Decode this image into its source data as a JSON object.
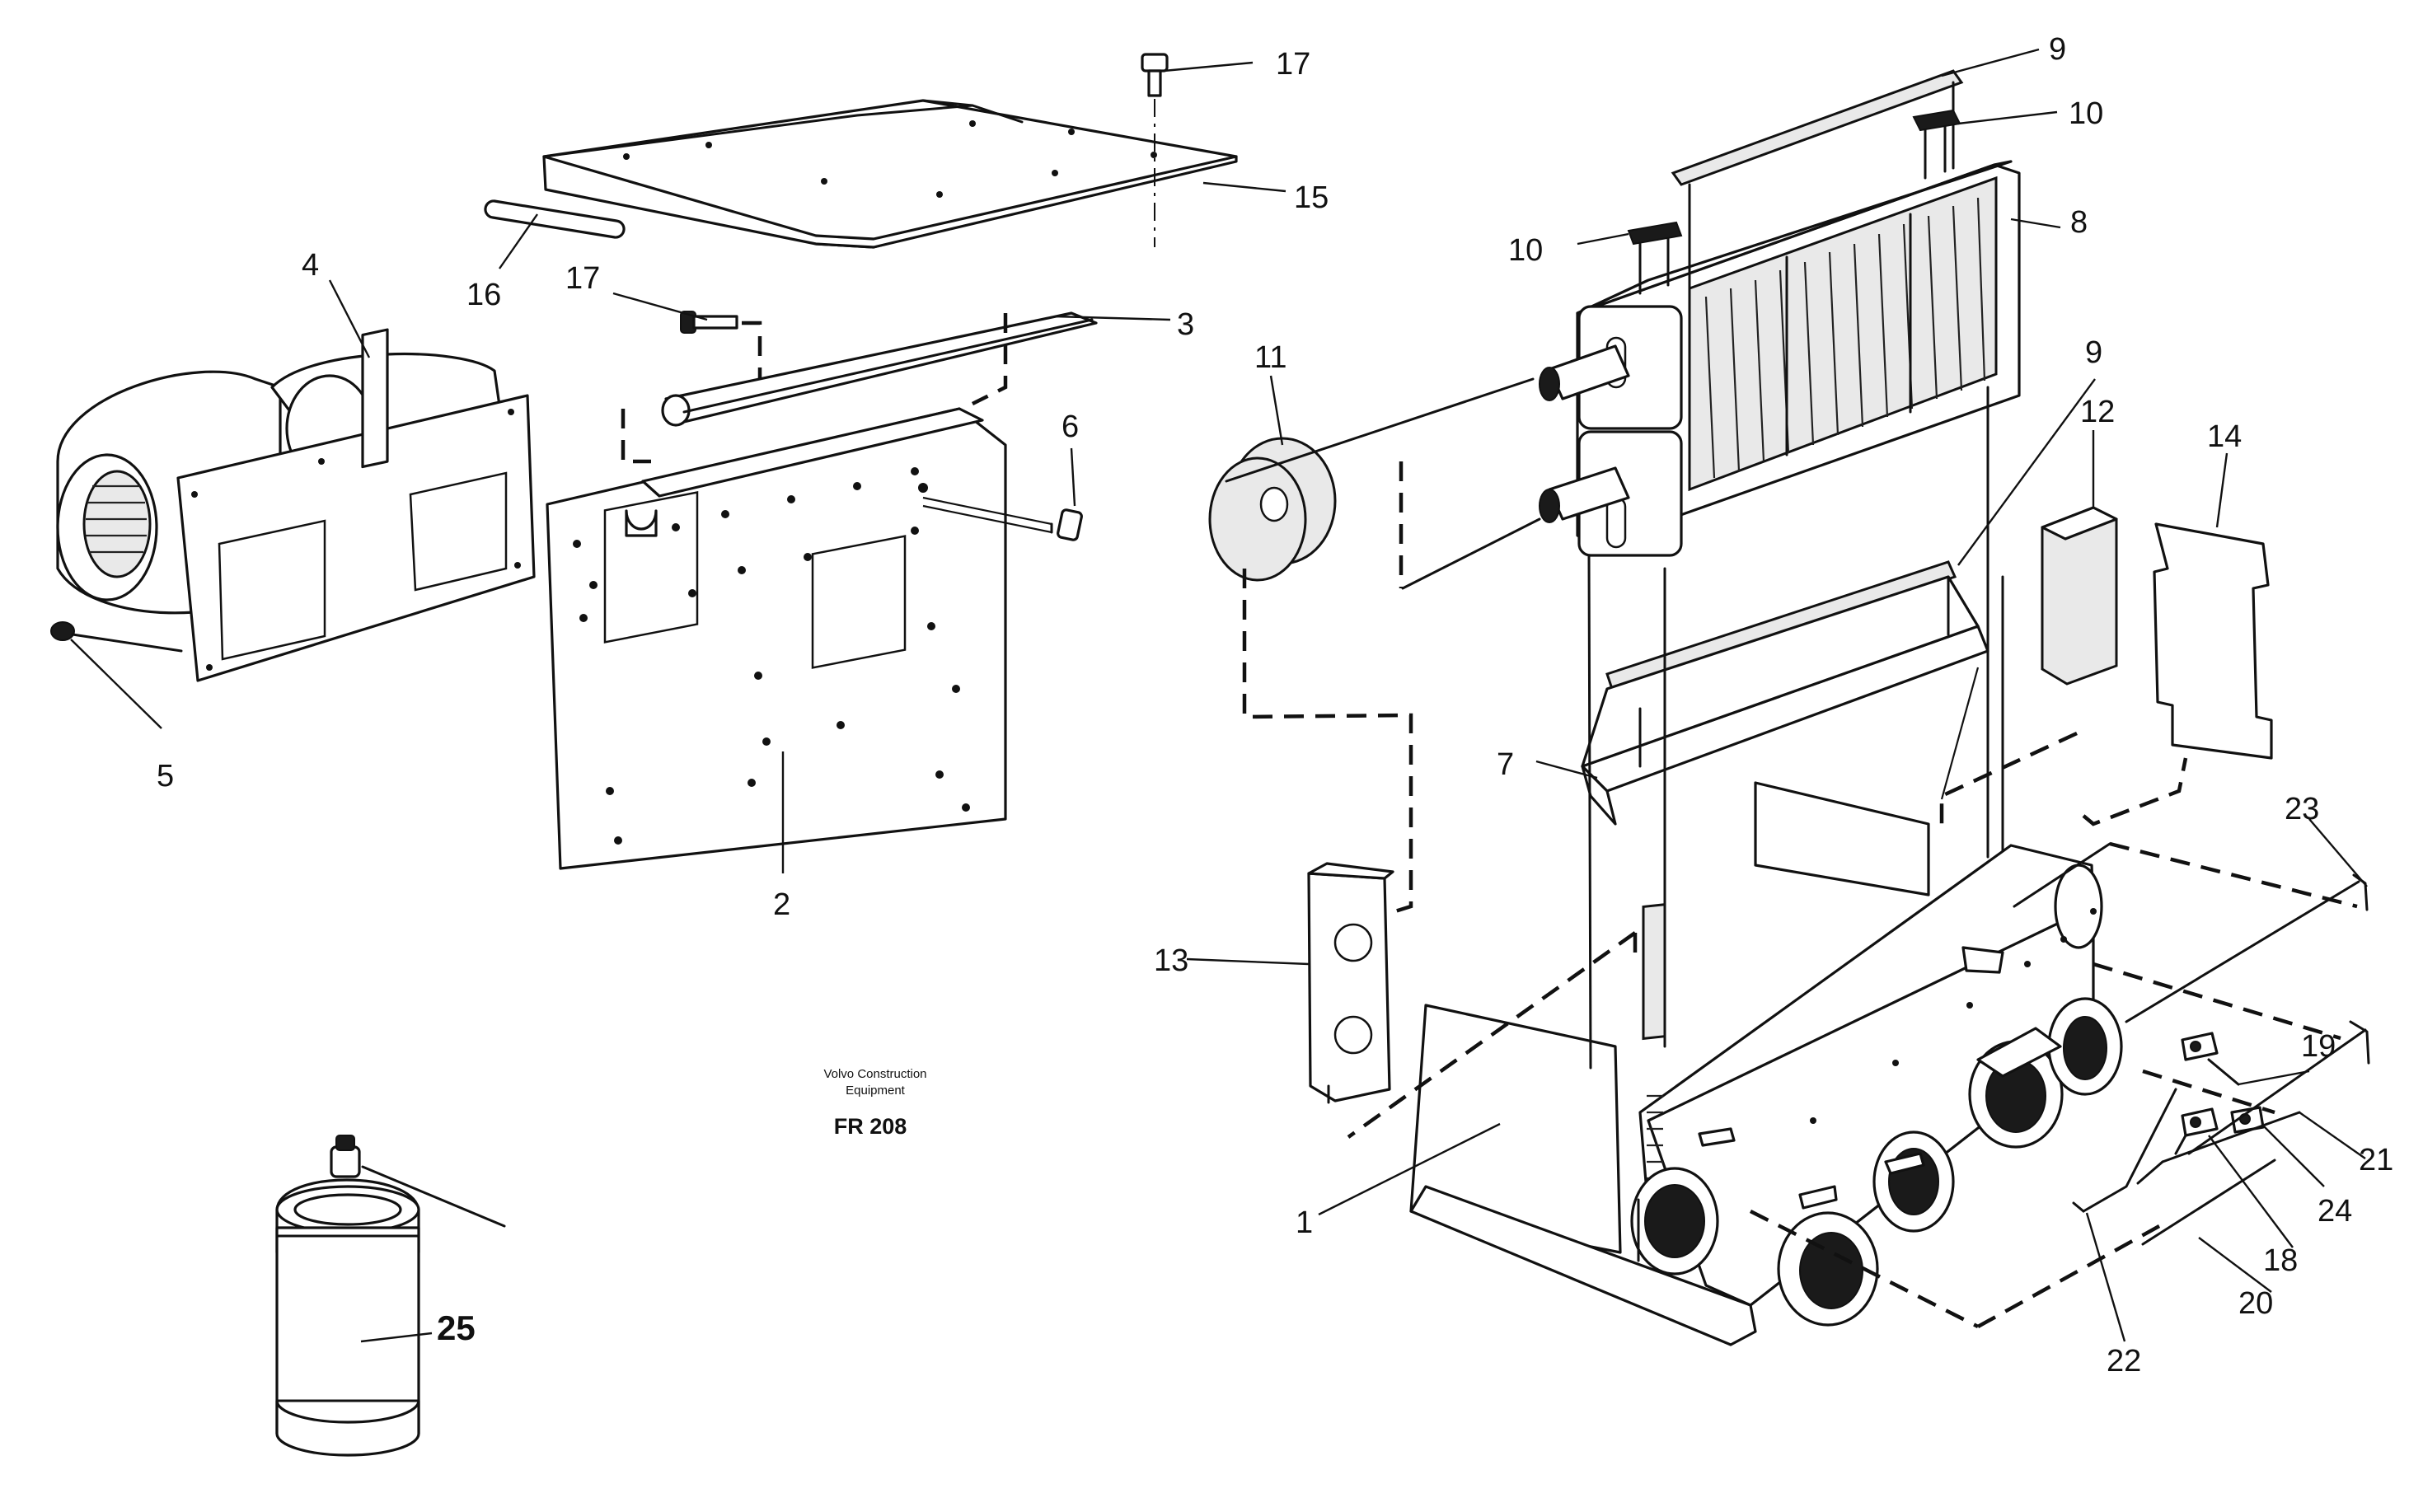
{
  "caption": {
    "line1": "Volvo Construction",
    "line2": "Equipment",
    "code": "FR 208"
  },
  "callouts": {
    "p1": "1",
    "p2": "2",
    "p3": "3",
    "p4": "4",
    "p5": "5",
    "p6": "6",
    "p7": "7",
    "p8": "8",
    "p9a": "9",
    "p9b": "9",
    "p10a": "10",
    "p10b": "10",
    "p11": "11",
    "p12": "12",
    "p13": "13",
    "p14": "14",
    "p15": "15",
    "p16": "16",
    "p17a": "17",
    "p17b": "17",
    "p18": "18",
    "p19": "19",
    "p20": "20",
    "p21": "21",
    "p22": "22",
    "p23": "23",
    "p24": "24",
    "p25": "25"
  }
}
